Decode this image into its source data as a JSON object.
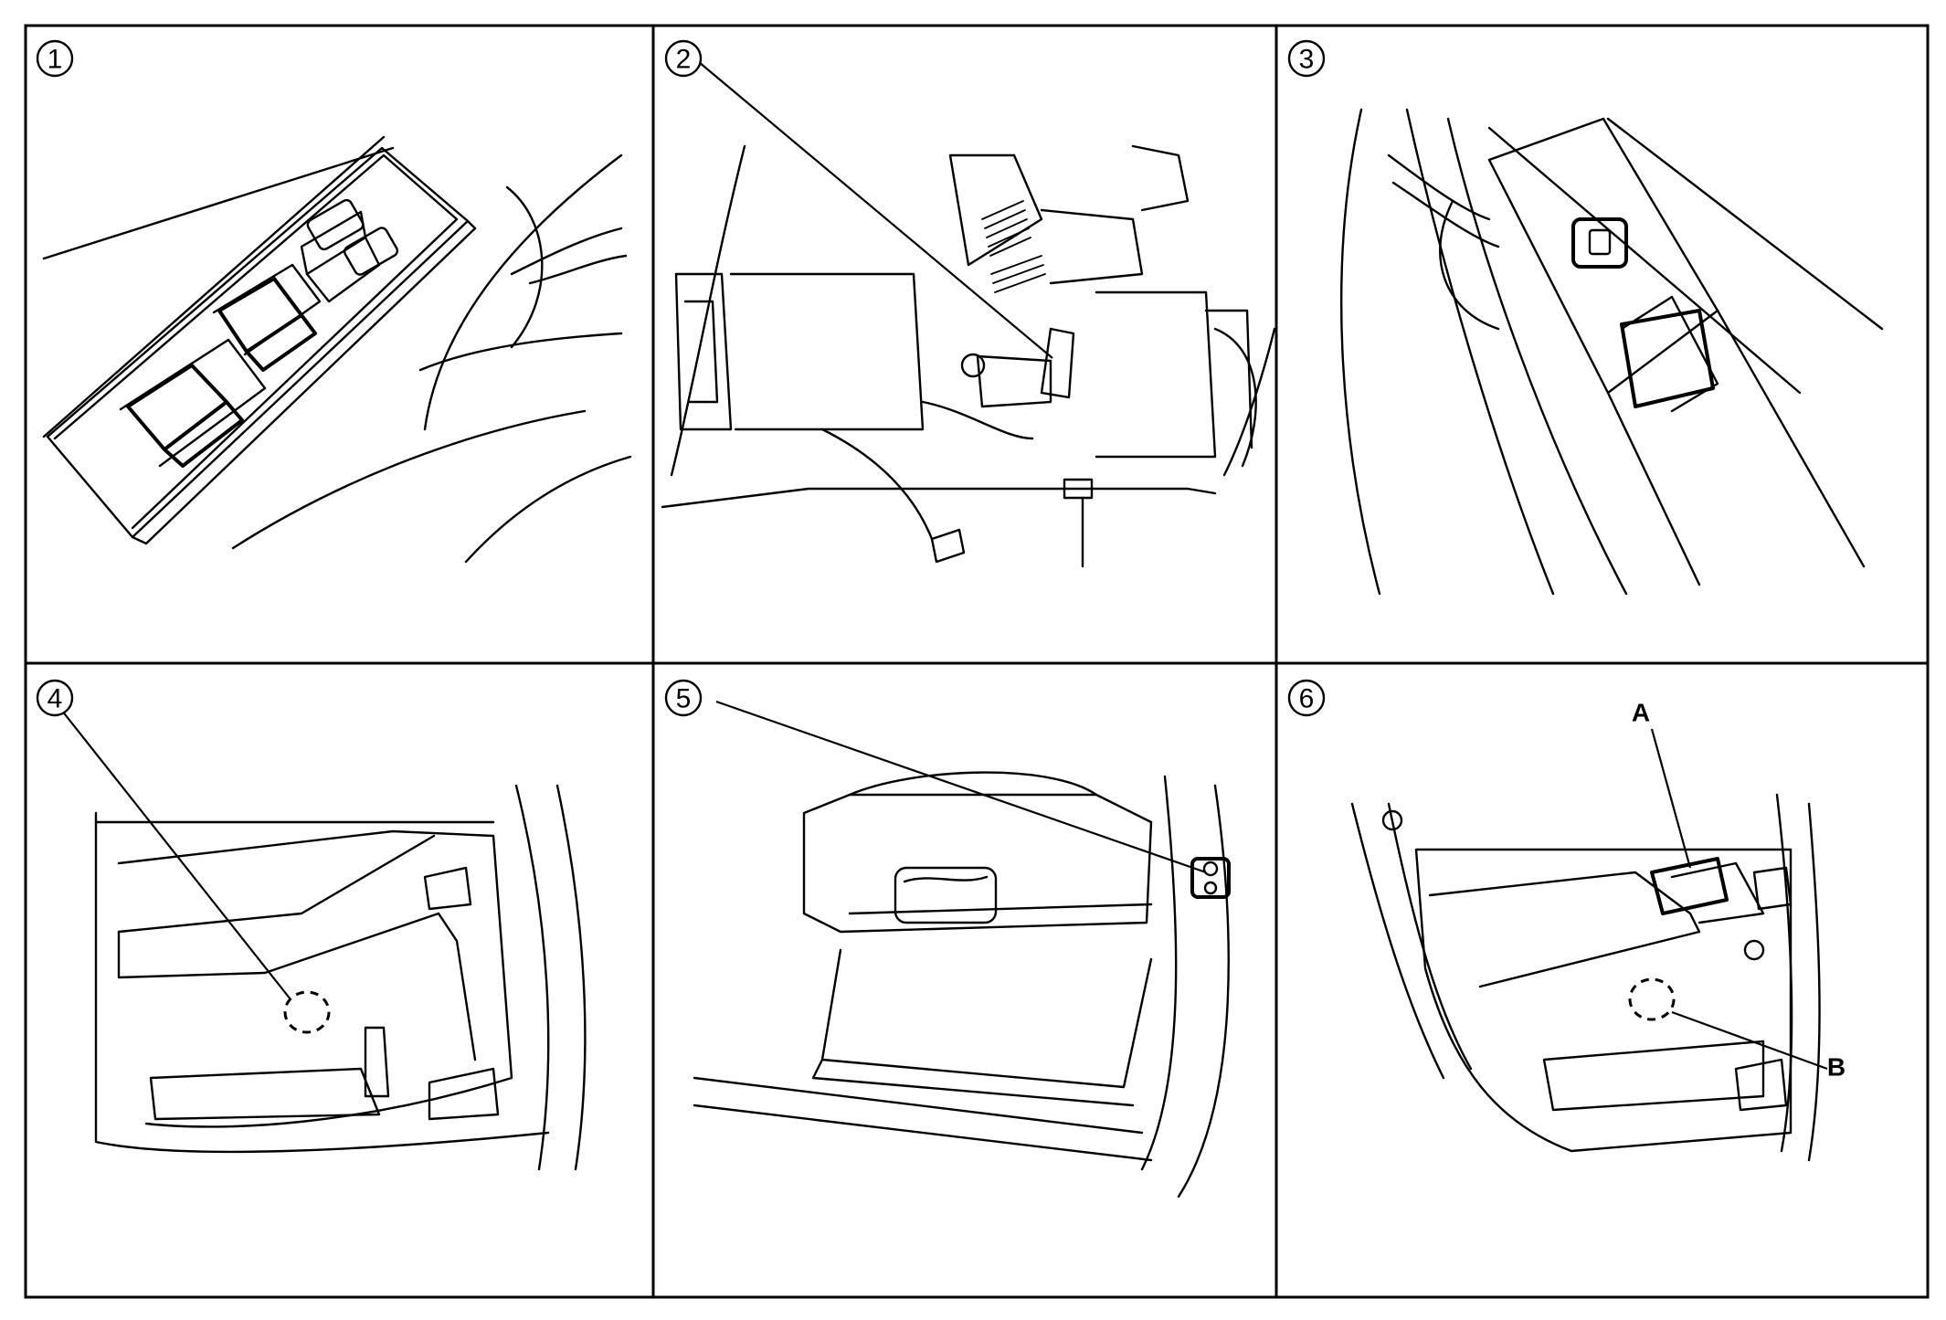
{
  "panels": [
    {
      "number": "1"
    },
    {
      "number": "2"
    },
    {
      "number": "3"
    },
    {
      "number": "4"
    },
    {
      "number": "5"
    },
    {
      "number": "6"
    }
  ],
  "callouts": {
    "a": "A",
    "b": "B"
  }
}
